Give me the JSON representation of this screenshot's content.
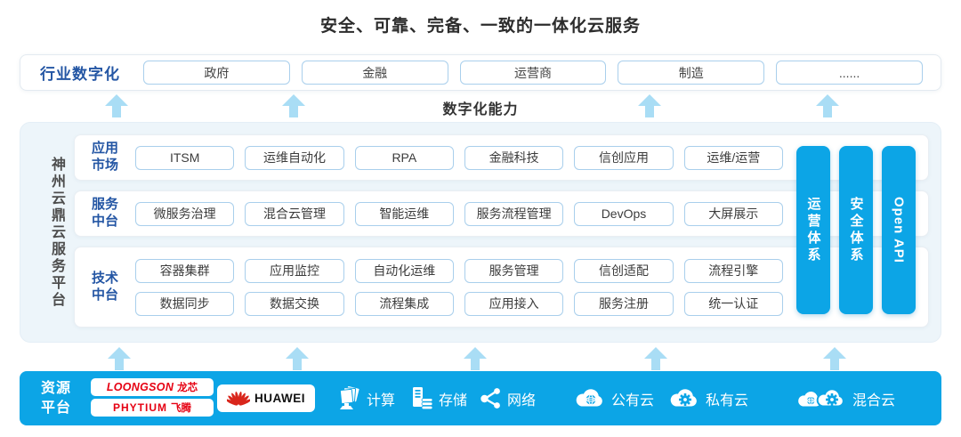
{
  "title": "安全、可靠、完备、一致的一体化云服务",
  "capability_label": "数字化能力",
  "industry_row": {
    "label": "行业数字化",
    "items": [
      "政府",
      "金融",
      "运营商",
      "制造",
      "......"
    ]
  },
  "platform": {
    "side_label": "神州云鼎云服务平台",
    "rows": [
      {
        "label": "应用\n市场",
        "chip_lines": [
          [
            "ITSM",
            "运维自动化",
            "RPA",
            "金融科技",
            "信创应用",
            "运维/运营"
          ]
        ]
      },
      {
        "label": "服务\n中台",
        "chip_lines": [
          [
            "微服务治理",
            "混合云管理",
            "智能运维",
            "服务流程管理",
            "DevOps",
            "大屏展示"
          ]
        ]
      },
      {
        "label": "技术\n中台",
        "chip_lines": [
          [
            "容器集群",
            "应用监控",
            "自动化运维",
            "服务管理",
            "信创适配",
            "流程引擎"
          ],
          [
            "数据同步",
            "数据交换",
            "流程集成",
            "应用接入",
            "服务注册",
            "统一认证"
          ]
        ]
      }
    ],
    "pillars": [
      "运营体系",
      "安全体系",
      "Open API"
    ]
  },
  "resource_row": {
    "label": "资源\n平台",
    "logos": [
      {
        "en": "LOONGSON",
        "cn": "龙芯"
      },
      {
        "en": "PHYTIUM",
        "cn": "飞腾"
      },
      {
        "en": "HUAWEI",
        "cn": ""
      }
    ],
    "items": [
      {
        "icon": "compute-icon",
        "label": "计算"
      },
      {
        "icon": "storage-icon",
        "label": "存储"
      },
      {
        "icon": "network-icon",
        "label": "网络"
      },
      {
        "icon": "public-cloud-icon",
        "label": "公有云"
      },
      {
        "icon": "private-cloud-icon",
        "label": "私有云"
      },
      {
        "icon": "hybrid-cloud-icon",
        "label": "混合云"
      }
    ]
  },
  "colors": {
    "band_blue": "#0ca5e6",
    "arrow_blue": "#a9ddf5",
    "label_blue": "#2456a4",
    "logo_red": "#e60012",
    "huawei_red": "#d9261c",
    "text_dark": "#333333"
  }
}
